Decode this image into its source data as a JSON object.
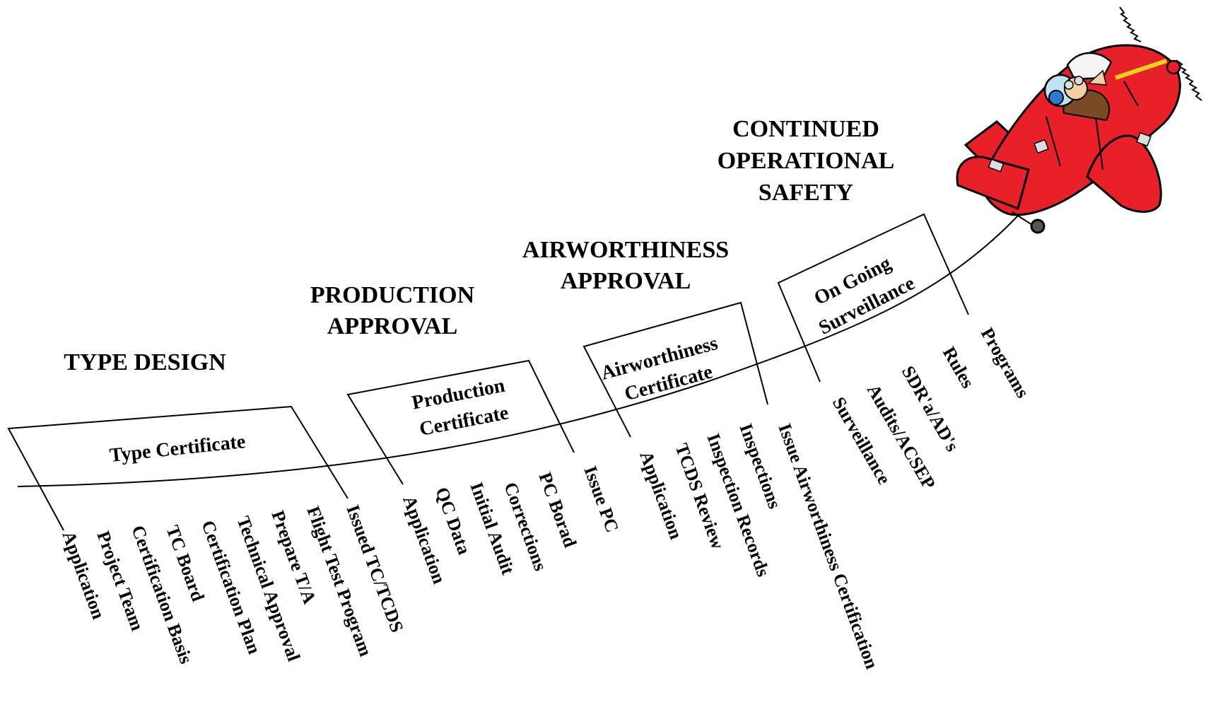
{
  "stages": [
    {
      "heading": [
        "TYPE DESIGN"
      ],
      "box": [
        "Type Certificate"
      ],
      "items": [
        "Application",
        "Project Team",
        "Certification Basis",
        "TC Board",
        "Certification Plan",
        "Technical Approval",
        "Prepare T/A",
        "Flight Test Program",
        "Issued TC/TCDS"
      ]
    },
    {
      "heading": [
        "PRODUCTION",
        "APPROVAL"
      ],
      "box": [
        "Production",
        "Certificate"
      ],
      "items": [
        "Application",
        "QC Data",
        "Initial Audit",
        "Corrections",
        "PC Borad",
        "Issue PC"
      ]
    },
    {
      "heading": [
        "AIRWORTHINESS",
        "APPROVAL"
      ],
      "box": [
        "Airworthiness",
        "Certificate"
      ],
      "items": [
        "Application",
        "TCDS Review",
        "Inspection Records",
        "Inspections",
        "Issue Airworthiness Certification"
      ]
    },
    {
      "heading": [
        "CONTINUED",
        "OPERATIONAL",
        "SAFETY"
      ],
      "box": [
        "On Going",
        "Surveillance"
      ],
      "items": [
        "Surveillance",
        "Audits/ACSEP",
        "SDR'a/AD's",
        "Rules",
        "Programs"
      ]
    }
  ],
  "colors": {
    "line": "#000000",
    "airplane_body": "#e8202a",
    "airplane_outline": "#000000"
  },
  "icons": [
    "airplane-cartoon-icon",
    "pilot-icon",
    "propeller-icon"
  ]
}
